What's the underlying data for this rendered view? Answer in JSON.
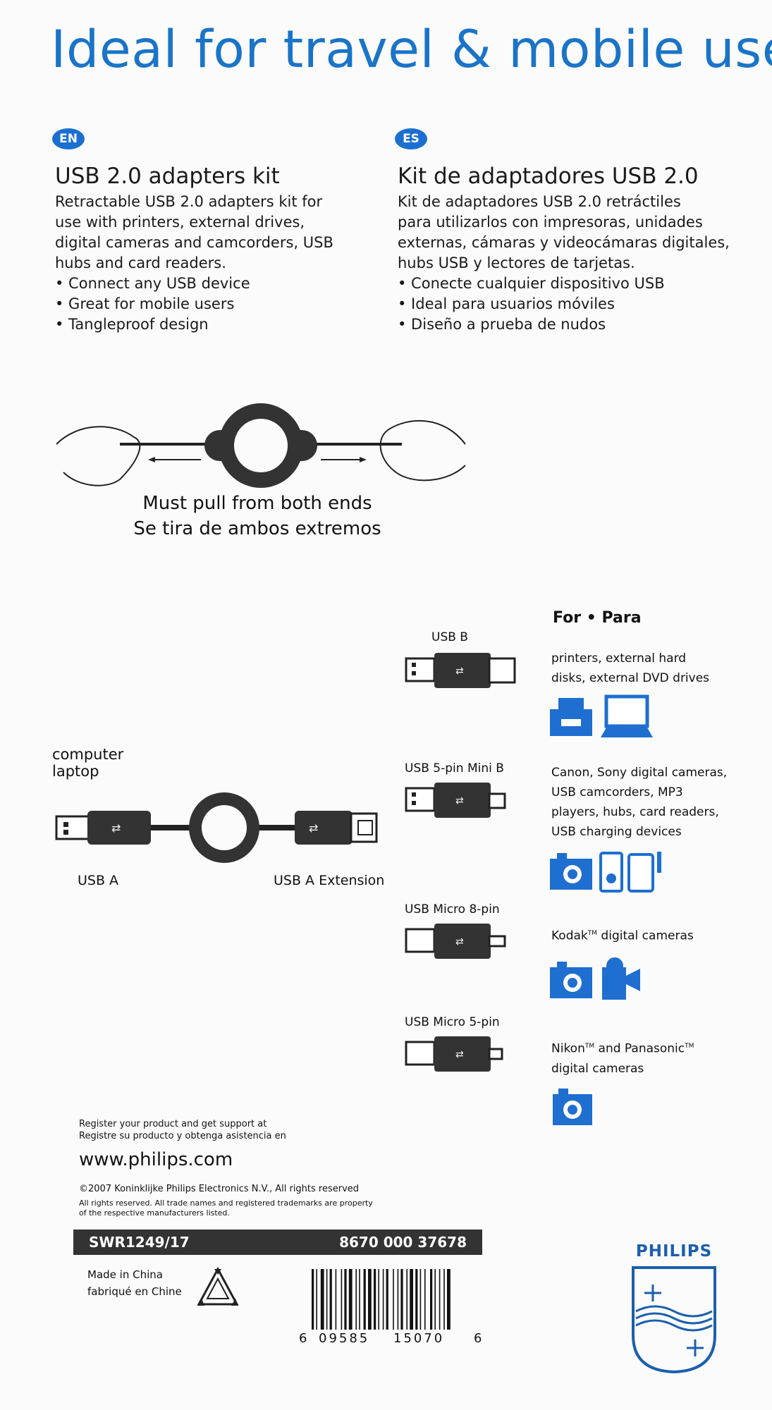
{
  "header": {
    "title": "Ideal for travel & mobile use"
  },
  "en": {
    "badge": "EN",
    "heading": "USB 2.0 adapters kit",
    "lines": [
      "Retractable USB 2.0 adapters kit for",
      "use with printers, external drives,",
      "digital cameras and camcorders, USB",
      "hubs and card readers."
    ],
    "bullets": [
      "• Connect any USB device",
      "• Great for mobile users",
      "• Tangleproof design"
    ]
  },
  "es": {
    "badge": "ES",
    "heading": "Kit de adaptadores USB 2.0",
    "lines": [
      "Kit de adaptadores USB 2.0 retráctiles",
      "para utilizarlos con impresoras, unidades",
      "externas, cámaras y videocámaras digitales,",
      "hubs USB y lectores de tarjetas."
    ],
    "bullets": [
      "• Conecte cualquier dispositivo USB",
      "• Ideal para usuarios móviles",
      "• Diseño a prueba de nudos"
    ]
  },
  "pull": {
    "line_en": "Must pull from both ends",
    "line_es": "Se tira de ambos extremos"
  },
  "cable": {
    "computer": "computer",
    "laptop": "laptop",
    "left_label": "USB A",
    "right_label": "USB A Extension"
  },
  "for_para": "For • Para",
  "adapters": [
    {
      "name": "USB B",
      "desc": [
        "printers, external hard",
        "disks, external DVD drives"
      ]
    },
    {
      "name": "USB 5-pin Mini B",
      "desc": [
        "Canon, Sony digital cameras,",
        "USB camcorders, MP3",
        "players, hubs, card readers,",
        "USB charging devices"
      ]
    },
    {
      "name": "USB Micro 8-pin",
      "desc_pre": "Kodak",
      "desc_tm": "TM",
      "desc_post": " digital cameras"
    },
    {
      "name": "USB Micro 5-pin",
      "desc_a": "Nikon",
      "desc_tm1": "TM",
      "desc_b": " and Panasonic",
      "desc_tm2": "TM",
      "desc_c": "digital cameras"
    }
  ],
  "icons": [
    "printer-icon",
    "laptop-icon",
    "camera-icon",
    "mp3-player-icon",
    "pda-icon",
    "camera-icon",
    "camcorder-icon",
    "camera-icon"
  ],
  "footer": {
    "register_en": "Register your product and get support at",
    "register_es": "Registre su producto y obtenga asistencia en",
    "url": "www.philips.com",
    "copyright": "©2007 Koninklijke Philips Electronics N.V., All rights reserved",
    "rights1": "All rights reserved. All trade names and registered trademarks are property",
    "rights2": "of the respective manufacturers listed.",
    "model": "SWR1249/17",
    "code": "8670 000 37678",
    "made_en": "Made in China",
    "made_fr": "fabriqué en Chine",
    "barcode_digits": [
      "6",
      "09585",
      "15070",
      "6"
    ]
  },
  "brand": {
    "name": "PHILIPS",
    "color": "#1b5fae"
  },
  "colors": {
    "accent": "#1a74c8",
    "icon_blue": "#1e6fd0"
  }
}
